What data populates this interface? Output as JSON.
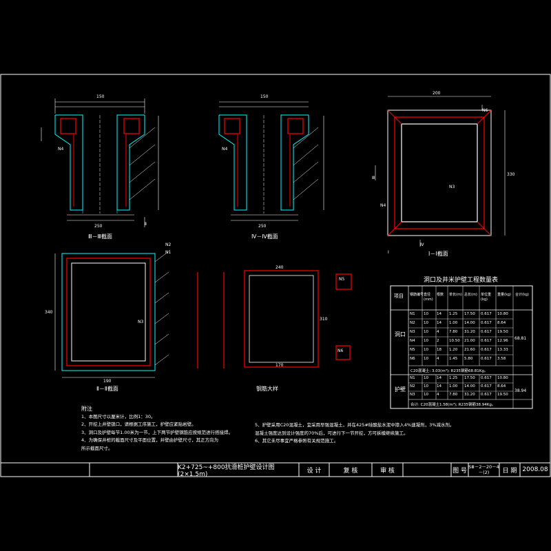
{
  "sections": {
    "s3": "Ⅲ－Ⅲ截面",
    "s4": "Ⅳ－Ⅳ截面",
    "s1": "Ⅰ－Ⅰ截面",
    "s2": "Ⅱ－Ⅱ截面",
    "rebar": "钢筋大样"
  },
  "table": {
    "title": "洞口及井米护壁工程数量表",
    "headers": [
      "项目",
      "钢筋编号",
      "直径(mm)",
      "根数",
      "单长(m)",
      "总长(m)",
      "单位重(kg)",
      "重量(kg)",
      "合计(kg)"
    ],
    "group1": {
      "label": "洞口",
      "rows": [
        [
          "N1",
          "10",
          "14",
          "1.25",
          "17.50",
          "0.617",
          "10.80"
        ],
        [
          "N2",
          "10",
          "14",
          "1.00",
          "14.00",
          "0.617",
          "8.64"
        ],
        [
          "N3",
          "10",
          "4",
          "7.80",
          "31.20",
          "0.617",
          "19.50"
        ],
        [
          "N4",
          "10",
          "2",
          "10.50",
          "21.00",
          "0.617",
          "12.96"
        ],
        [
          "N5",
          "10",
          "18",
          "1.20",
          "21.60",
          "0.617",
          "13.33"
        ],
        [
          "N6",
          "10",
          "4",
          "1.45",
          "5.80",
          "0.617",
          "3.58"
        ]
      ],
      "total": "68.81",
      "summary": "C20混凝土: 3.03(m³); R235钢筋68.81Kg。"
    },
    "group2": {
      "label": "护壁",
      "rows": [
        [
          "N1",
          "10",
          "14",
          "1.25",
          "17.50",
          "0.617",
          "10.80"
        ],
        [
          "N2",
          "10",
          "14",
          "1.00",
          "14.00",
          "0.617",
          "8.64"
        ],
        [
          "N3",
          "10",
          "4",
          "7.80",
          "31.20",
          "0.617",
          "19.50"
        ]
      ],
      "total": "38.94",
      "summary": "合计: C20混凝土1.58(m³); R235钢筋38.94Kg。"
    }
  },
  "notes": {
    "heading": "附注",
    "left": [
      "1、本图尺寸以厘米计，比例1：30。",
      "2、开挖上井壁锁口，请根据工序施工，护壁应紧贴岩壁。",
      "3、洞口及护壁每节1.00米为一节，上下两节护壁钢筋应按规范进行搭接焊。",
      "4、为确保井桩的截面尺寸及平面位置，井壁由护壁尺寸，其正方向为",
      "   所示截面尺寸。"
    ],
    "right": [
      "5、护壁采用C20混凝土，宜采用早强混凝土，并在425#硅酸盐水泥中掺入4%速凝剂，3%减水剂。",
      "   混凝土强度达到设计强度的70%后，可进行下一节开挖，方可拆模继续施工。",
      "6、其它未尽事宜严格参照有关规范施工。"
    ]
  },
  "titleblock": {
    "project": "K2+725~+800抗滑桩护壁设计图(2×1.5m)",
    "design": "设 计",
    "review": "复 核",
    "audit": "审 核",
    "drawing_no_label": "图 号",
    "drawing_no": "SⅢ－2－20－4－(2)",
    "date_label": "日 期",
    "date": "2008.08"
  },
  "dims": {
    "w150": "150",
    "w200": "200",
    "w190": "190",
    "w250": "250",
    "w240": "240",
    "w170": "170",
    "h340": "340",
    "h330": "330",
    "h310": "310"
  },
  "labels": {
    "N1": "N1",
    "N2": "N2",
    "N3": "N3",
    "N4": "N4",
    "N5": "N5",
    "N6": "N6",
    "roman_I": "Ⅰ",
    "roman_II": "Ⅱ",
    "roman_III": "Ⅲ",
    "roman_IV": "Ⅳ"
  },
  "colors": {
    "background": "#000000",
    "frame": "#ffffff",
    "concrete": "#00ffff",
    "rebar": "#ff0000",
    "dims": "#ffffff",
    "accent": "#ffff00"
  }
}
